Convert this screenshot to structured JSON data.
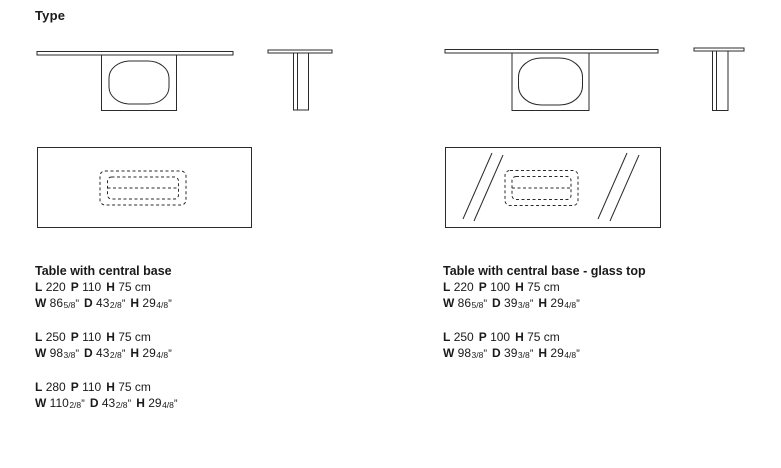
{
  "page": {
    "title": "Type"
  },
  "units": {
    "inch_mark": "”"
  },
  "drawings": {
    "left_front": "table-front-view",
    "left_side": "table-side-view",
    "left_top": "table-top-view-base-footprint-dashed",
    "right_front": "glass-top-table-front-view",
    "right_side": "glass-top-table-side-view",
    "right_top": "glass-top-table-top-view-with-glass-hatching"
  },
  "left": {
    "heading": "Table with central base",
    "rows": [
      {
        "m": {
          "lL": "L",
          "lV": "220",
          "pL": "P",
          "pV": "110",
          "hL": "H",
          "hV": "75 cm"
        },
        "i": {
          "wL": "W",
          "wI": "86",
          "wF": "5/8",
          "dL": "D",
          "dI": "43",
          "dF": "2/8",
          "hL": "H",
          "hI": "29",
          "hF": "4/8"
        }
      },
      {
        "m": {
          "lL": "L",
          "lV": "250",
          "pL": "P",
          "pV": "110",
          "hL": "H",
          "hV": "75 cm"
        },
        "i": {
          "wL": "W",
          "wI": "98",
          "wF": "3/8",
          "dL": "D",
          "dI": "43",
          "dF": "2/8",
          "hL": "H",
          "hI": "29",
          "hF": "4/8"
        }
      },
      {
        "m": {
          "lL": "L",
          "lV": "280",
          "pL": "P",
          "pV": "110",
          "hL": "H",
          "hV": "75 cm"
        },
        "i": {
          "wL": "W",
          "wI": "110",
          "wF": "2/8",
          "dL": "D",
          "dI": "43",
          "dF": "2/8",
          "hL": "H",
          "hI": "29",
          "hF": "4/8"
        }
      }
    ]
  },
  "right": {
    "heading": "Table with central base - glass top",
    "rows": [
      {
        "m": {
          "lL": "L",
          "lV": "220",
          "pL": "P",
          "pV": "100",
          "hL": "H",
          "hV": "75 cm"
        },
        "i": {
          "wL": "W",
          "wI": "86",
          "wF": "5/8",
          "dL": "D",
          "dI": "39",
          "dF": "3/8",
          "hL": "H",
          "hI": "29",
          "hF": "4/8"
        }
      },
      {
        "m": {
          "lL": "L",
          "lV": "250",
          "pL": "P",
          "pV": "100",
          "hL": "H",
          "hV": "75 cm"
        },
        "i": {
          "wL": "W",
          "wI": "98",
          "wF": "3/8",
          "dL": "D",
          "dI": "39",
          "dF": "3/8",
          "hL": "H",
          "hI": "29",
          "hF": "4/8"
        }
      }
    ]
  }
}
